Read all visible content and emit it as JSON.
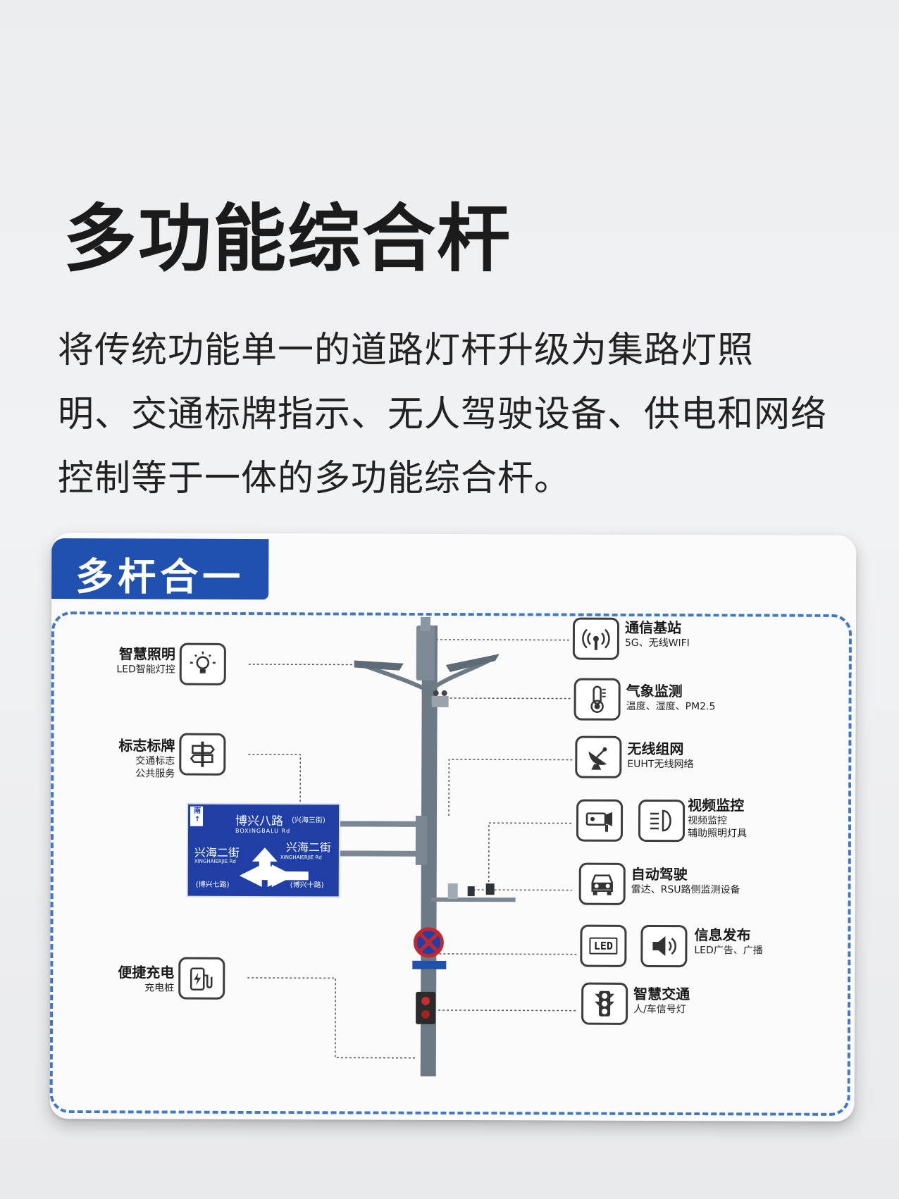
{
  "title": "多功能综合杆",
  "description": [
    "将传统功能单一的道路灯杆升级为集路灯照",
    "明、交通标牌指示、无人驾驶设备、供电和网络",
    "控制等于一体的多功能综合杆。"
  ],
  "board": {
    "tag": "多杆合一",
    "left_features": [
      {
        "title": "智慧照明",
        "sub": [
          "LED智能灯控"
        ],
        "icon": "bulb-icon"
      },
      {
        "title": "标志标牌",
        "sub": [
          "交通标志",
          "公共服务"
        ],
        "icon": "signpost-icon"
      },
      {
        "title": "便捷充电",
        "sub": [
          "充电桩"
        ],
        "icon": "charging-icon"
      }
    ],
    "right_features": [
      {
        "title": "通信基站",
        "sub": [
          "5G、无线WIFI"
        ],
        "icon": "antenna-icon"
      },
      {
        "title": "气象监测",
        "sub": [
          "温度、湿度、PM2.5"
        ],
        "icon": "thermometer-icon"
      },
      {
        "title": "无线组网",
        "sub": [
          "EUHT无线网络"
        ],
        "icon": "satellite-dish-icon"
      },
      {
        "title": "视频监控",
        "sub": [
          "视频监控",
          "辅助照明灯具"
        ],
        "icon": "camera-icon"
      },
      {
        "title": "自动驾驶",
        "sub": [
          "雷达、RSU路侧监测设备"
        ],
        "icon": "car-icon"
      },
      {
        "title": "信息发布",
        "sub": [
          "LED广告、广播"
        ],
        "icon": "speaker-icon"
      },
      {
        "title": "智慧交通",
        "sub": [
          "人/车信号灯"
        ],
        "icon": "traffic-light-icon"
      }
    ],
    "extra_icons": [
      "headlight-icon",
      "led-icon"
    ],
    "led_text": "LED",
    "road_sign": {
      "corner": [
        "南",
        "↑"
      ],
      "top_name": "博兴八路",
      "top_alt": "(兴海三街)",
      "top_pinyin": "BOXINGBALU  Rd",
      "left_name": "兴海二街",
      "left_pinyin": "XINGHAIERJIE  Rd",
      "left_alt": "(博兴七路)",
      "right_name": "兴海二街",
      "right_pinyin": "XINGHAIERJIE  Rd",
      "right_alt": "(博兴十路)"
    },
    "colors": {
      "tag": "#2151b0",
      "dash": "#3f78c7",
      "pole": "#6c7a86",
      "sign": "#1f3fa6"
    }
  }
}
